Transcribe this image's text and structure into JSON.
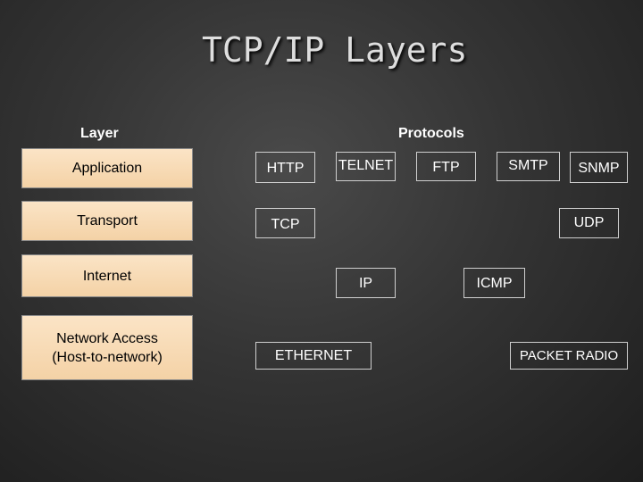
{
  "title": "TCP/IP Layers",
  "headers": {
    "layer": "Layer",
    "protocols": "Protocols"
  },
  "layers": [
    "Application",
    "Transport",
    "Internet",
    "Network Access\n(Host-to-network)"
  ],
  "protocols": {
    "http": "HTTP",
    "telnet": "TELNET",
    "ftp": "FTP",
    "smtp": "SMTP",
    "snmp": "SNMP",
    "tcp": "TCP",
    "udp": "UDP",
    "ip": "IP",
    "icmp": "ICMP",
    "ethernet": "ETHERNET",
    "packet_radio": "PACKET RADIO"
  },
  "colors": {
    "layer_box_fill": "#f4d2a6",
    "protocol_box_border": "#cfcfcf",
    "background": "#343434"
  }
}
